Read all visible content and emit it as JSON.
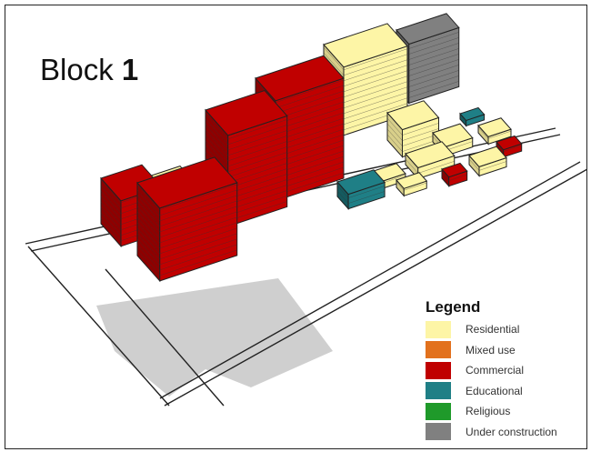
{
  "title": {
    "text": "Block",
    "number": "1"
  },
  "legend": {
    "title": "Legend",
    "items": [
      {
        "label": "Residential",
        "color": "#fdf5a6"
      },
      {
        "label": "Mixed use",
        "color": "#e2711d"
      },
      {
        "label": "Commercial",
        "color": "#c00000"
      },
      {
        "label": "Educational",
        "color": "#1f7f86"
      },
      {
        "label": "Religious",
        "color": "#1f9a2a"
      },
      {
        "label": "Under construction",
        "color": "#808080"
      }
    ]
  }
}
